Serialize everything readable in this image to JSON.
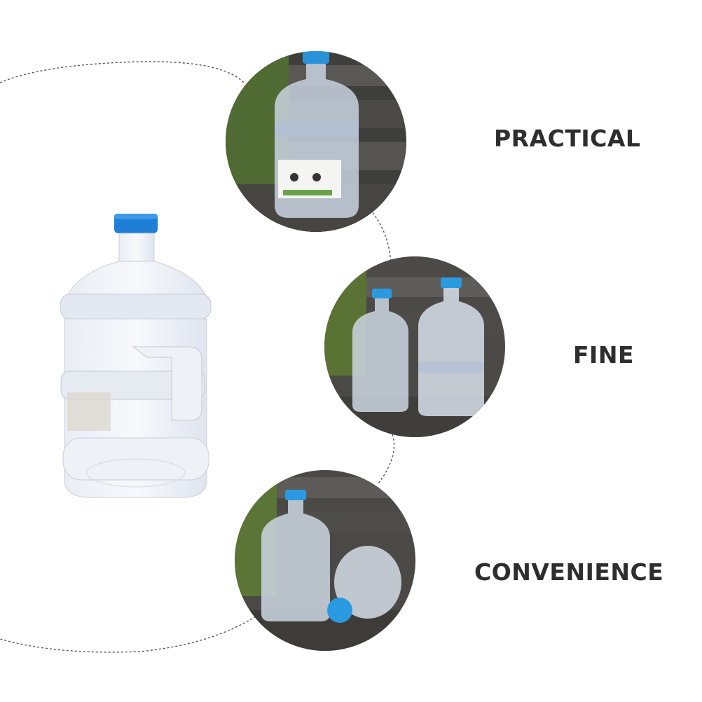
{
  "features": [
    {
      "label": "PRACTICAL",
      "photo": "bottle-on-steps-photo"
    },
    {
      "label": "FINE",
      "photo": "two-bottles-on-steps-photo"
    },
    {
      "label": "CONVENIENCE",
      "photo": "upright-and-lying-bottles-photo"
    }
  ],
  "colors": {
    "cap_blue": "#1f7fd6",
    "text": "#2e2e2e",
    "step_gray": "#4a4a48",
    "grass_green": "#5f7a3a",
    "dashed_line": "#555555"
  }
}
